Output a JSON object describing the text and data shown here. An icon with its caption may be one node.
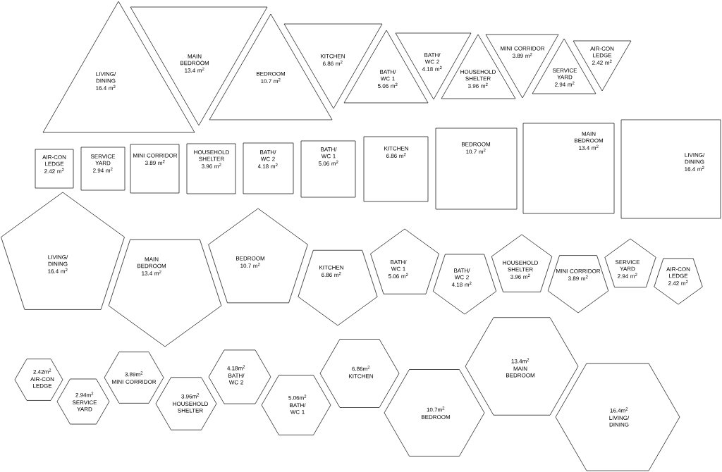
{
  "diagram": {
    "nodes": [
      {
        "text": [
          "LIVING/ DINING",
          "16.4 m$^{2}$"
        ]
      },
      {
        "text": [
          "MAIN BEDROOM",
          "13.4 m$^{2}$"
        ]
      },
      {
        "text": [
          "BEDROOM",
          "10.7 m$^{2}$"
        ]
      },
      {
        "text": [
          "KITCHEN",
          "6.86 m$^{2}$"
        ]
      },
      {
        "text": [
          "BATH/ WC 1",
          "5.06 m$^{2}$"
        ]
      },
      {
        "text": [
          "BATH/ WC 2",
          "4.18 m$^{2}$"
        ]
      },
      {
        "text": [
          "HOUSEHOLD SHELTER",
          "3.96 m$^{2}$"
        ]
      },
      {
        "text": [
          "MINI CORRIDOR",
          "3.89 m$^{2}$"
        ]
      },
      {
        "text": [
          "SERVICE YARD",
          "2.94 m$^{2}$"
        ]
      },
      {
        "text": [
          "AIR-CON LEDGE",
          "2.42 m$^{2}$"
        ]
      },
      {
        "text": [
          "AIR-CON LEDGE",
          "2.42 m$^{2}$"
        ]
      },
      {
        "text": [
          "SERVICE YARD",
          "2.94 m$^{2}$"
        ]
      },
      {
        "text": [
          "MINI CORRIDOR",
          "3.89 m$^{2}$"
        ]
      },
      {
        "text": [
          "HOUSEHOLD SHELTER",
          "3.96 m$^{2}$"
        ]
      },
      {
        "text": [
          "BATH/ WC 2",
          "4.18 m$^{2}$"
        ]
      },
      {
        "text": [
          "BATH/ WC 1",
          "5.06 m$^{2}$"
        ]
      },
      {
        "text": [
          "KITCHEN",
          "6.86 m$^{2}$"
        ]
      },
      {
        "text": [
          "BEDROOM",
          "10.7 m$^{2}$"
        ]
      },
      {
        "text": [
          "MAIN BEDROOM",
          "13.4 m$^{2}$"
        ]
      },
      {
        "text": [
          "LIVING/ DINING",
          "16.4 m$^{2}$"
        ]
      },
      {
        "text": [
          "LIVING/ DINING",
          "16.4 m$^{2}$"
        ]
      },
      {
        "text": [
          "MAIN BEDROOM",
          "13.4 m$^{2}$"
        ]
      },
      {
        "text": [
          "BEDROOM",
          "10.7 m$^{2}$"
        ]
      },
      {
        "text": [
          "KITCHEN",
          "6.86 m$^{2}$"
        ]
      },
      {
        "text": [
          "BATH/ WC 1",
          "5.06 m$^{2}$"
        ]
      },
      {
        "text": [
          "BATH/ WC 2",
          "4.18 m$^{2}$"
        ]
      },
      {
        "text": [
          "HOUSEHOLD SHELTER",
          "3.96 m$^{2}$"
        ]
      },
      {
        "text": [
          "MINI CORRIDOR",
          "3.89 m$^{2}$"
        ]
      },
      {
        "text": [
          "SERVICE YARD",
          "2.94 m$^{2}$"
        ]
      },
      {
        "text": [
          "AIR-CON LEDGE",
          "2.42 m$^{2}$"
        ]
      },
      {
        "text": [
          "2.42m$^{2}$",
          "AIR-CON LEDGE"
        ]
      },
      {
        "text": [
          "2.94m$^{2}$",
          "SERVICE YARD"
        ]
      },
      {
        "text": [
          "3.89m$^{2}$",
          "MINI CORRIDOR"
        ]
      },
      {
        "text": [
          "3.96m$^{2}$",
          "HOUSEHOLD SHELTER"
        ]
      },
      {
        "text": [
          "4.18m$^{2}$",
          "BATH/ WC 2"
        ]
      },
      {
        "text": [
          "5.06m$^{2}$",
          "BATH/ WC 1"
        ]
      },
      {
        "text": [
          "6.86m$^{2}$",
          "KITCHEN"
        ]
      },
      {
        "text": [
          "10.7m$^{2}$",
          "BEDROOM"
        ]
      },
      {
        "text": [
          "13.4m$^{2}$",
          "MAIN BEDROOM"
        ]
      },
      {
        "text": [
          "16.4m$^{2}$",
          "LIVING/ DINING"
        ]
      }
    ]
  }
}
